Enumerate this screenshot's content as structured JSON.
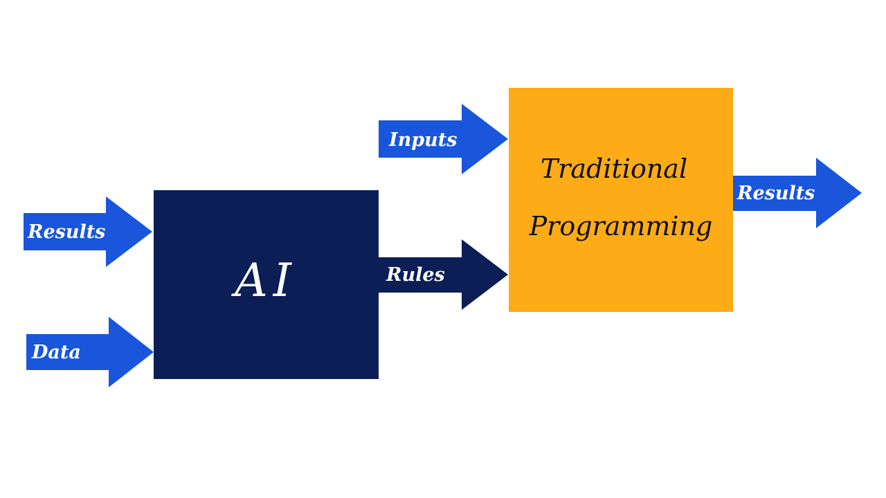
{
  "colors": {
    "arrow_blue": "#1a56db",
    "ai_box": "#0b1e56",
    "rules_arrow": "#0b1e56",
    "traditional_box": "#fdab17",
    "background": "#ffffff"
  },
  "ai_box": {
    "label": "AI"
  },
  "traditional_box": {
    "label_line1": "Traditional",
    "label_line2": "Programming"
  },
  "arrows": {
    "ai_results": "Results",
    "ai_data": "Data",
    "rules": "Rules",
    "inputs": "Inputs",
    "output_results": "Results"
  }
}
